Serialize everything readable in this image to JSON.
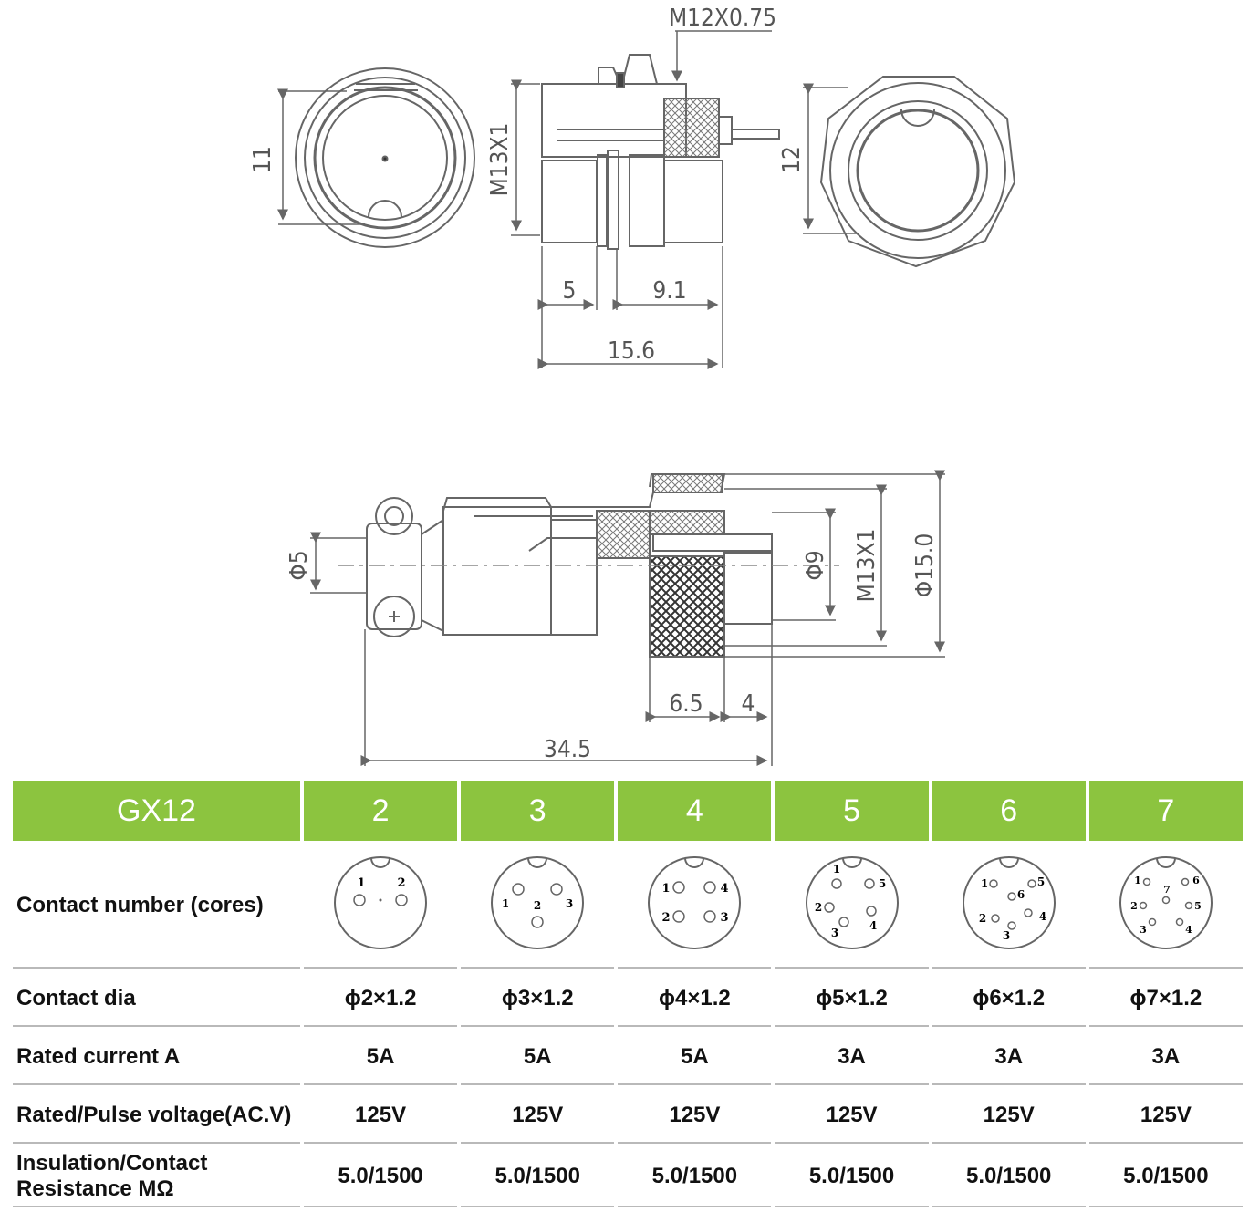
{
  "drawing": {
    "top": {
      "thread": "M12X0.75",
      "body_thread": "M13X1",
      "left_dia": "11",
      "right_dia": "12",
      "len_a": "5",
      "len_b": "9.1",
      "len_total": "15.6"
    },
    "side": {
      "cable_dia": "Φ5",
      "inner_dia": "Φ9",
      "body_thread": "M13X1",
      "outer_dia": "Φ15.0",
      "len_a": "6.5",
      "len_b": "4",
      "len_total": "34.5"
    }
  },
  "table": {
    "header": [
      "GX12",
      "2",
      "3",
      "4",
      "5",
      "6",
      "7"
    ],
    "rows": [
      {
        "label": "Contact number (cores)"
      },
      {
        "label": "Contact dia",
        "values": [
          "ϕ2×1.2",
          "ϕ3×1.2",
          "ϕ4×1.2",
          "ϕ5×1.2",
          "ϕ6×1.2",
          "ϕ7×1.2"
        ]
      },
      {
        "label": "Rated current A",
        "values": [
          "5A",
          "5A",
          "5A",
          "3A",
          "3A",
          "3A"
        ]
      },
      {
        "label": "Rated/Pulse voltage(AC.V)",
        "values": [
          "125V",
          "125V",
          "125V",
          "125V",
          "125V",
          "125V"
        ]
      },
      {
        "label_line1": "Insulation/Contact",
        "label_line2": "Resistance MΩ",
        "values": [
          "5.0/1500",
          "5.0/1500",
          "5.0/1500",
          "5.0/1500",
          "5.0/1500",
          "5.0/1500"
        ]
      }
    ],
    "pin_labels": {
      "p2": [
        "1",
        "2"
      ],
      "p3": [
        "1",
        "2",
        "3"
      ],
      "p4": [
        "1",
        "2",
        "3",
        "4"
      ],
      "p5": [
        "1",
        "2",
        "3",
        "4",
        "5"
      ],
      "p6": [
        "1",
        "2",
        "3",
        "4",
        "5",
        "6"
      ],
      "p7": [
        "1",
        "2",
        "3",
        "4",
        "5",
        "6",
        "7"
      ]
    }
  }
}
